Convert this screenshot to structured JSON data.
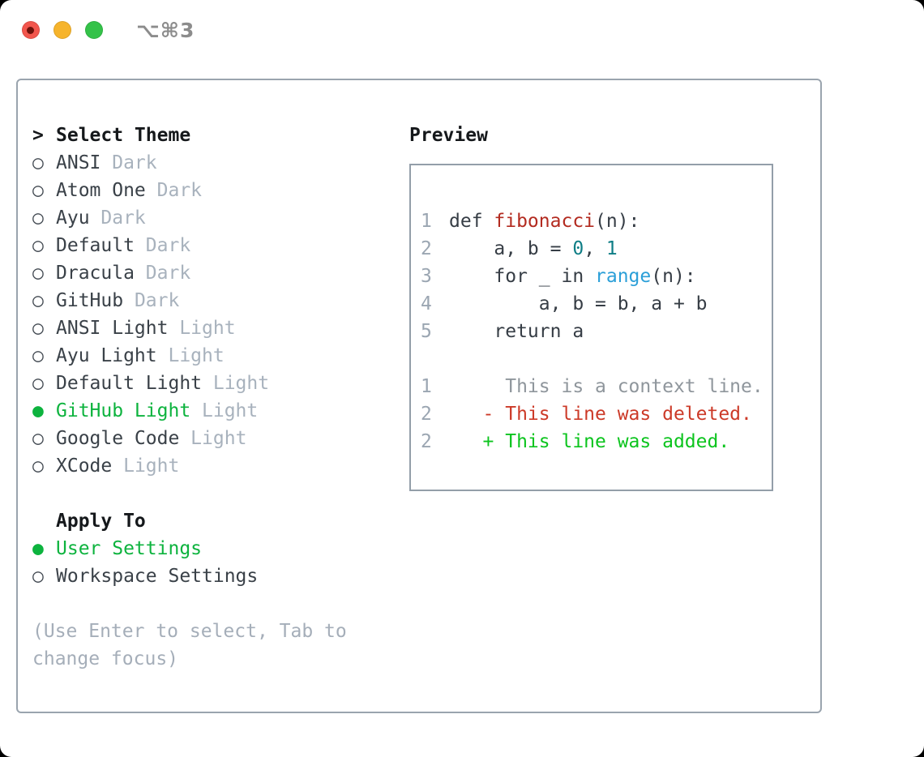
{
  "window": {
    "shortcut": "⌥⌘3",
    "traffic_lights": [
      "close",
      "minimize",
      "zoom"
    ]
  },
  "colors": {
    "selected_green": "#0db33e",
    "added_green": "#0cc41e",
    "deleted_red": "#cc3a28",
    "function_red": "#b32b20",
    "builtin_blue": "#2b9fd8",
    "number_teal": "#0f7e86",
    "muted_gray": "#a8b2bd",
    "panel_border": "#9aa4ae",
    "traffic_red": "#f2564d",
    "traffic_yellow": "#f6b42c",
    "traffic_green": "#34c249"
  },
  "theme_panel": {
    "header": {
      "prefix": ">",
      "label": "Select Theme"
    },
    "radio_selected_glyph": "●",
    "radio_unselected_glyph": "○",
    "items": [
      {
        "label": "ANSI",
        "variant": "Dark",
        "selected": false
      },
      {
        "label": "Atom One",
        "variant": "Dark",
        "selected": false
      },
      {
        "label": "Ayu",
        "variant": "Dark",
        "selected": false
      },
      {
        "label": "Default",
        "variant": "Dark",
        "selected": false
      },
      {
        "label": "Dracula",
        "variant": "Dark",
        "selected": false
      },
      {
        "label": "GitHub",
        "variant": "Dark",
        "selected": false
      },
      {
        "label": "ANSI Light",
        "variant": "Light",
        "selected": false
      },
      {
        "label": "Ayu Light",
        "variant": "Light",
        "selected": false
      },
      {
        "label": "Default Light",
        "variant": "Light",
        "selected": false
      },
      {
        "label": "GitHub Light",
        "variant": "Light",
        "selected": true
      },
      {
        "label": "Google Code",
        "variant": "Light",
        "selected": false
      },
      {
        "label": "XCode",
        "variant": "Light",
        "selected": false
      }
    ],
    "apply_to": {
      "header": "Apply To",
      "items": [
        {
          "label": "User Settings",
          "selected": true
        },
        {
          "label": "Workspace Settings",
          "selected": false
        }
      ]
    },
    "help_text": "(Use Enter to select, Tab to change focus)"
  },
  "preview": {
    "header": "Preview",
    "lines": [
      {
        "num": "1",
        "segments": [
          {
            "text": "def ",
            "style": "code"
          },
          {
            "text": "fibonacci",
            "style": "func"
          },
          {
            "text": "(n):",
            "style": "code"
          }
        ]
      },
      {
        "num": "2",
        "segments": [
          {
            "text": "    a, b = ",
            "style": "code"
          },
          {
            "text": "0",
            "style": "num"
          },
          {
            "text": ", ",
            "style": "code"
          },
          {
            "text": "1",
            "style": "num"
          }
        ]
      },
      {
        "num": "3",
        "segments": [
          {
            "text": "    for _ in ",
            "style": "code"
          },
          {
            "text": "range",
            "style": "builtin"
          },
          {
            "text": "(n):",
            "style": "code"
          }
        ]
      },
      {
        "num": "4",
        "segments": [
          {
            "text": "        a, b = b, a + b",
            "style": "code"
          }
        ]
      },
      {
        "num": "5",
        "segments": [
          {
            "text": "    return a",
            "style": "code"
          }
        ]
      },
      {
        "num": "",
        "segments": []
      },
      {
        "num": "1",
        "segments": [
          {
            "text": "     This is a context line.",
            "style": "ctx"
          }
        ]
      },
      {
        "num": "2",
        "segments": [
          {
            "text": "   - This line was deleted.",
            "style": "del"
          }
        ]
      },
      {
        "num": "2",
        "segments": [
          {
            "text": "   + This line was added.",
            "style": "add"
          }
        ]
      }
    ]
  }
}
